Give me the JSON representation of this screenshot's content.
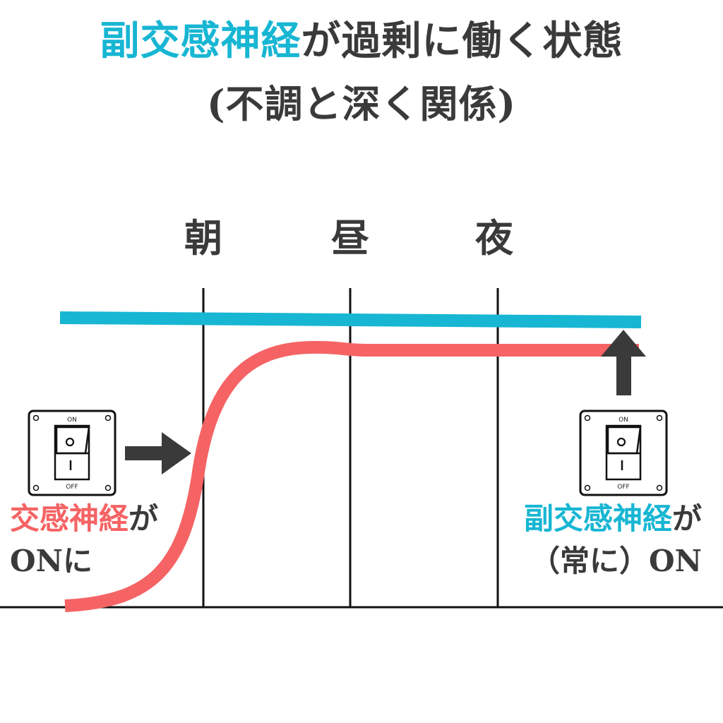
{
  "title": {
    "line1_highlight": "副交感神経",
    "line1_rest": "が過剰に働く状態",
    "line2": "(不調と深く関係)"
  },
  "time_labels": {
    "morning": "朝",
    "noon": "昼",
    "night": "夜"
  },
  "left_caption": {
    "highlight": "交感神経",
    "particle": "が",
    "line2": "ONに"
  },
  "right_caption": {
    "highlight": "副交感神経",
    "particle": "が",
    "line2": "（常に）ON"
  },
  "switch": {
    "on_label": "ON",
    "off_label": "OFF",
    "o_mark": "O",
    "i_mark": "I"
  },
  "colors": {
    "parasympathetic": "#17b6d3",
    "sympathetic": "#f56364",
    "arrow": "#3a3a3a"
  },
  "icons": [
    "toggle-switch-icon",
    "arrow-right-icon",
    "arrow-up-icon"
  ]
}
